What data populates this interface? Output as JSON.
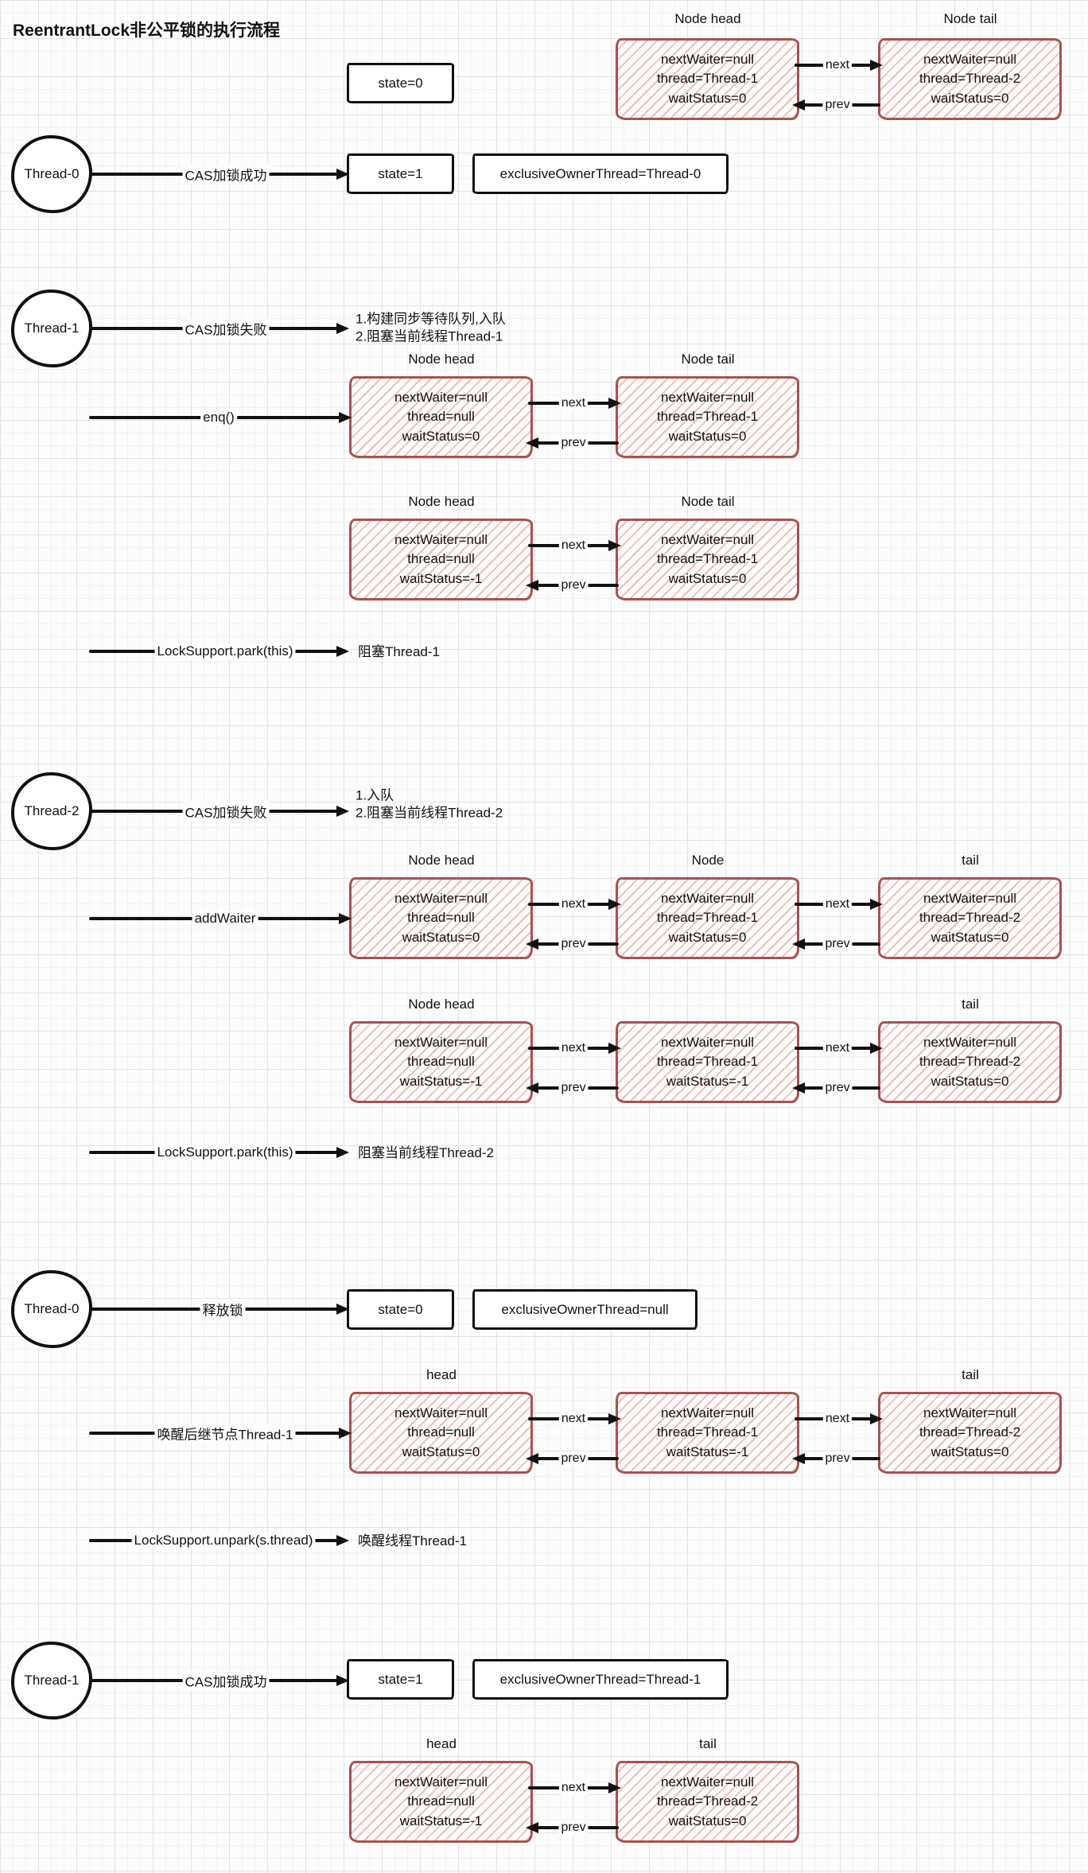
{
  "title": "ReentrantLock非公平锁的执行流程",
  "colors": {
    "node_border": "#a8524c",
    "node_hatch": "#eebdbb",
    "ink": "#111111"
  },
  "labels": {
    "next": "next",
    "prev": "prev"
  },
  "s1": {
    "state_box": "state=0",
    "label_head": "Node head",
    "label_tail": "Node tail",
    "head": "nextWaiter=null\nthread=Thread-1\nwaitStatus=0",
    "tail": "nextWaiter=null\nthread=Thread-2\nwaitStatus=0"
  },
  "s2": {
    "thread": "Thread-0",
    "action": "CAS加锁成功",
    "state_box": "state=1",
    "owner_box": "exclusiveOwnerThread=Thread-0"
  },
  "s3": {
    "thread": "Thread-1",
    "action": "CAS加锁失败",
    "note": "1.构建同步等待队列,入队\n2.阻塞当前线程Thread-1"
  },
  "s4": {
    "action": "enq()",
    "label_head": "Node head",
    "label_tail": "Node tail",
    "head": "nextWaiter=null\nthread=null\nwaitStatus=0",
    "tail": "nextWaiter=null\nthread=Thread-1\nwaitStatus=0"
  },
  "s5": {
    "label_head": "Node head",
    "label_tail": "Node tail",
    "head": "nextWaiter=null\nthread=null\nwaitStatus=-1",
    "tail": "nextWaiter=null\nthread=Thread-1\nwaitStatus=0"
  },
  "s6": {
    "action": "LockSupport.park(this)",
    "note": "阻塞Thread-1"
  },
  "s7": {
    "thread": "Thread-2",
    "action": "CAS加锁失败",
    "note": "1.入队\n2.阻塞当前线程Thread-2"
  },
  "s8": {
    "action": "addWaiter",
    "label_head": "Node head",
    "label_mid": "Node",
    "label_tail": "tail",
    "head": "nextWaiter=null\nthread=null\nwaitStatus=0",
    "mid": "nextWaiter=null\nthread=Thread-1\nwaitStatus=0",
    "tail": "nextWaiter=null\nthread=Thread-2\nwaitStatus=0"
  },
  "s9": {
    "label_head": "Node head",
    "label_tail": "tail",
    "head": "nextWaiter=null\nthread=null\nwaitStatus=-1",
    "mid": "nextWaiter=null\nthread=Thread-1\nwaitStatus=-1",
    "tail": "nextWaiter=null\nthread=Thread-2\nwaitStatus=0"
  },
  "s10": {
    "action": "LockSupport.park(this)",
    "note": "阻塞当前线程Thread-2"
  },
  "s11": {
    "thread": "Thread-0",
    "action": "释放锁",
    "state_box": "state=0",
    "owner_box": "exclusiveOwnerThread=null"
  },
  "s12": {
    "action": "唤醒后继节点Thread-1",
    "label_head": "head",
    "label_tail": "tail",
    "head": "nextWaiter=null\nthread=null\nwaitStatus=0",
    "mid": "nextWaiter=null\nthread=Thread-1\nwaitStatus=-1",
    "tail": "nextWaiter=null\nthread=Thread-2\nwaitStatus=0"
  },
  "s13": {
    "action": "LockSupport.unpark(s.thread)",
    "note": "唤醒线程Thread-1"
  },
  "s14": {
    "thread": "Thread-1",
    "action": "CAS加锁成功",
    "state_box": "state=1",
    "owner_box": "exclusiveOwnerThread=Thread-1"
  },
  "s15": {
    "label_head": "head",
    "label_tail": "tail",
    "head": "nextWaiter=null\nthread=null\nwaitStatus=-1",
    "tail": "nextWaiter=null\nthread=Thread-2\nwaitStatus=0"
  }
}
